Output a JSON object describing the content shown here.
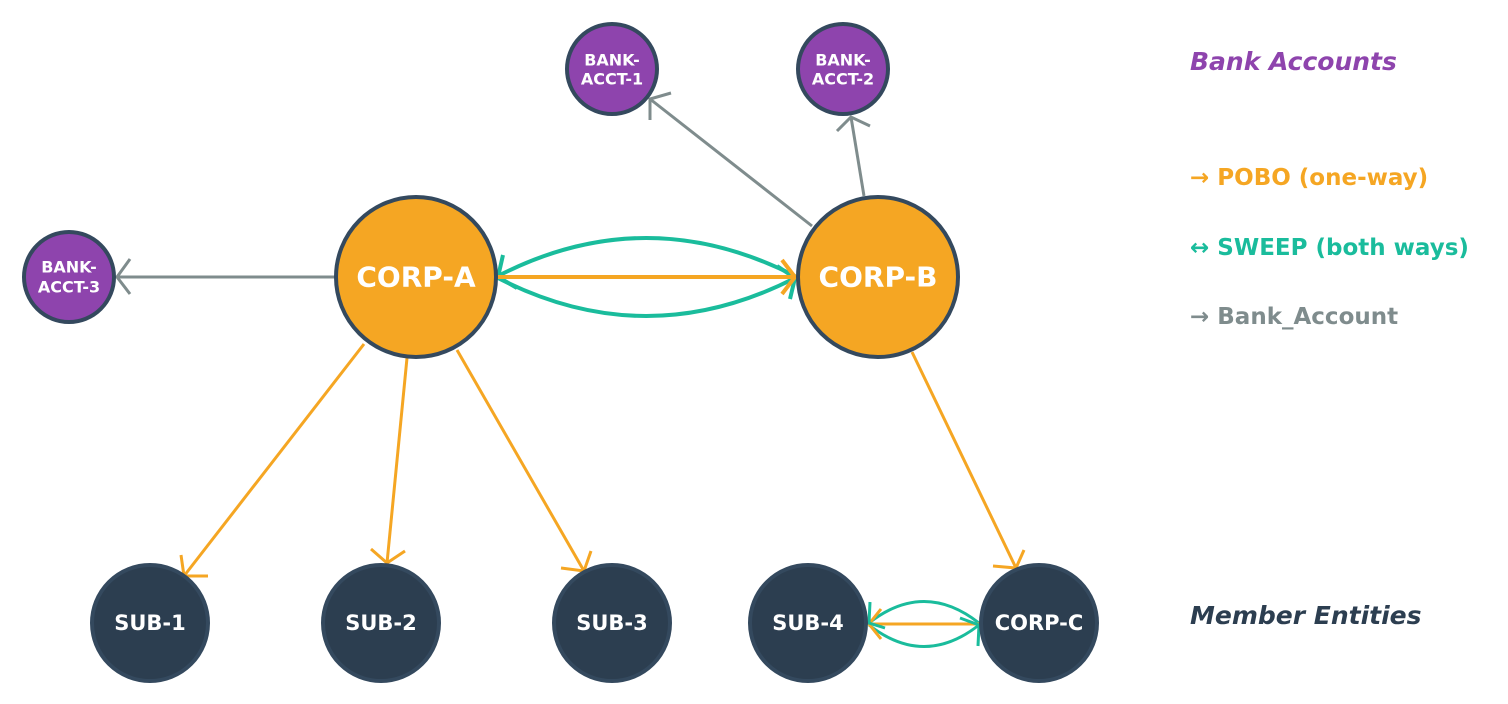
{
  "colors": {
    "corp": "#f5a623",
    "bank": "#8e44ad",
    "member": "#2c3e50",
    "stroke": "#34495e",
    "pobo": "#f5a623",
    "sweep": "#1abc9c",
    "bank_link": "#7f8c8d"
  },
  "nodes": {
    "corp_a": "CORP-A",
    "corp_b": "CORP-B",
    "bank_1": [
      "BANK-",
      "ACCT-1"
    ],
    "bank_2": [
      "BANK-",
      "ACCT-2"
    ],
    "bank_3": [
      "BANK-",
      "ACCT-3"
    ],
    "sub_1": "SUB-1",
    "sub_2": "SUB-2",
    "sub_3": "SUB-3",
    "sub_4": "SUB-4",
    "corp_c": "CORP-C"
  },
  "legend": {
    "bank_accounts": "Bank Accounts",
    "pobo": "→ POBO (one-way)",
    "sweep": "↔ SWEEP (both ways)",
    "bank_account": "→ Bank_Account",
    "member_entities": "Member Entities"
  }
}
